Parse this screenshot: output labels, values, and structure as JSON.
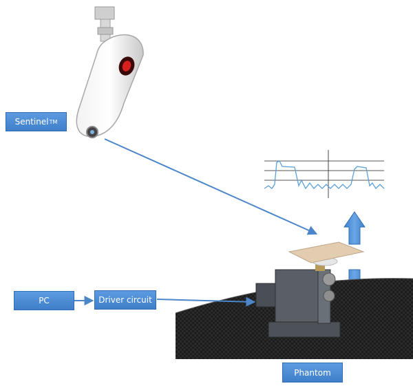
{
  "labels": {
    "sentinel": "Sentinel",
    "sentinel_tm": "TM",
    "pc": "PC",
    "driver": "Driver circuit",
    "phantom": "Phantom"
  },
  "colors": {
    "box_fill": "#4a8bd6",
    "arrow": "#4a86c8",
    "signal": "#5aa0d8",
    "grid": "#555555"
  },
  "icons": {
    "camera": "sentinel-camera-icon",
    "phantom": "phantom-device-icon",
    "up": "arrow-up-icon",
    "down": "arrow-down-icon"
  }
}
